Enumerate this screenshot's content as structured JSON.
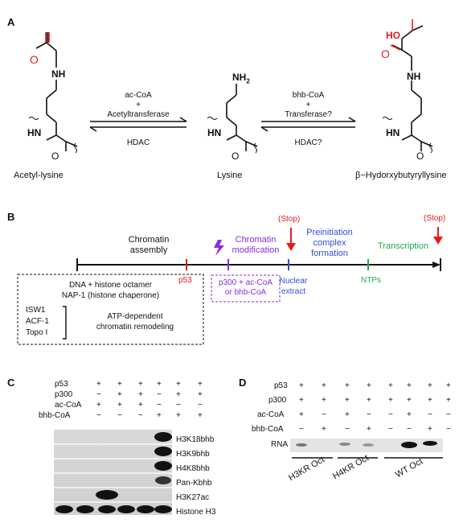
{
  "panels": {
    "A": "A",
    "B": "B",
    "C": "C",
    "D": "D"
  },
  "panelA": {
    "reaction1_top": [
      "ac-CoA",
      "+",
      "Acetyltransferase"
    ],
    "reaction1_bottom": "HDAC",
    "reaction2_top": [
      "bhb-CoA",
      "+",
      "Transferase?"
    ],
    "reaction2_bottom": "HDAC?",
    "mol1_name": "Acetyl-lysine",
    "mol2_name": "Lysine",
    "mol3_name": "β−Hydorxybutyryllysine",
    "atoms": {
      "O": "O",
      "NH": "NH",
      "HN": "HN",
      "NH2": "NH",
      "sub2": "2",
      "HO": "HO"
    }
  },
  "panelB": {
    "stop1": "(Stop)",
    "stop2": "(Stop)",
    "chromatin_assembly": [
      "Chromatin",
      "assembly"
    ],
    "chromatin_modification": [
      "Chromatin",
      "modification"
    ],
    "preinitiation": [
      "Preinitiation",
      "complex",
      "formation"
    ],
    "transcription": "Transcription",
    "p53": "p53",
    "p300_box": [
      "p300 + ac-CoA",
      "or bhb-CoA"
    ],
    "nuclear_extract": [
      "Nuclear",
      "extract"
    ],
    "ntps": "NTPs",
    "box_lines": [
      "DNA + histone octamer",
      "NAP-1 (histone chaperone)"
    ],
    "remodelers": [
      "ISW1",
      "ACF-1",
      "Topo I"
    ],
    "remodel_label": [
      "ATP-dependent",
      "chromatin remodeling"
    ],
    "colors": {
      "red": "#e31c1c",
      "purple": "#8a2be2",
      "blue": "#2b4fd6",
      "green": "#1faa4b"
    }
  },
  "panelC": {
    "rows": [
      {
        "label": "p53",
        "signs": [
          "+",
          "+",
          "+",
          "+",
          "+",
          "+"
        ]
      },
      {
        "label": "p300",
        "signs": [
          "−",
          "+",
          "+",
          "−",
          "+",
          "+"
        ]
      },
      {
        "label": "ac-CoA",
        "signs": [
          "+",
          "+",
          "+",
          "−",
          "−",
          "−"
        ]
      },
      {
        "label": "bhb-CoA",
        "signs": [
          "−",
          "−",
          "−",
          "+",
          "+",
          "+"
        ]
      }
    ],
    "blots": [
      "H3K18bhb",
      "H3K9bhb",
      "H4K8bhb",
      "Pan-Kbhb",
      "H3K27ac",
      "Histone H3"
    ]
  },
  "panelD": {
    "rows": [
      {
        "label": "p53",
        "signs": [
          "+",
          "+",
          "+",
          "+",
          "+",
          "+",
          "+",
          "+"
        ]
      },
      {
        "label": "p300",
        "signs": [
          "+",
          "+",
          "+",
          "+",
          "+",
          "+",
          "+",
          "+"
        ]
      },
      {
        "label": "ac-CoA",
        "signs": [
          "+",
          "−",
          "+",
          "−",
          "−",
          "+",
          "−",
          "−"
        ]
      },
      {
        "label": "bhb-CoA",
        "signs": [
          "−",
          "+",
          "−",
          "+",
          "−",
          "−",
          "+",
          "−"
        ]
      }
    ],
    "rna_label": "RNA",
    "templates": [
      "H3KR Oct",
      "H4KR Oct",
      "WT Oct"
    ]
  }
}
